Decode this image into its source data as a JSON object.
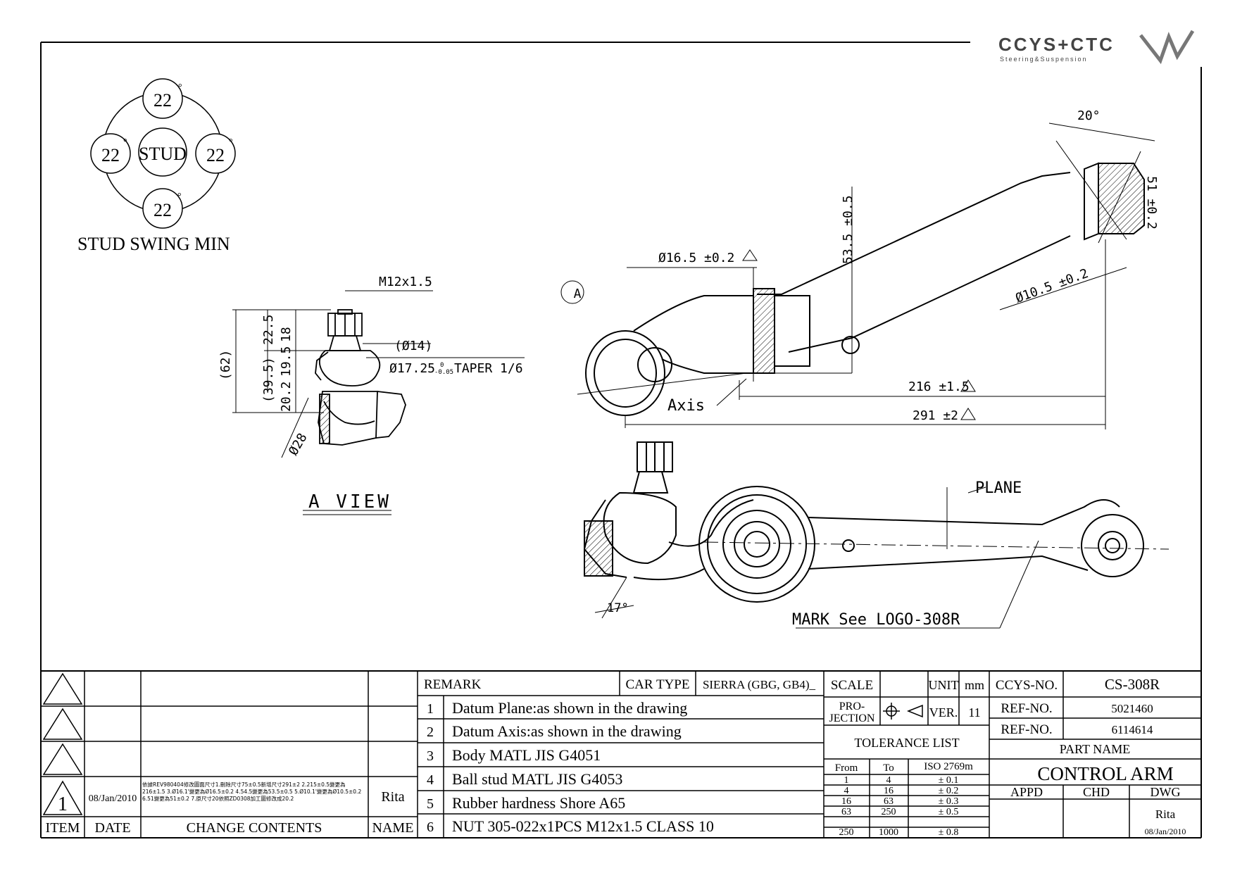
{
  "logo": {
    "text": "CCYS+CTC",
    "tagline": "Steering&Suspension"
  },
  "stud_swing": {
    "title": "STUD SWING MIN",
    "center": "STUD",
    "top": "22",
    "left": "22",
    "right": "22",
    "bottom": "22",
    "unit": "°"
  },
  "a_view": {
    "title": "A VIEW",
    "dims": {
      "thread": "M12x1.5",
      "d14": "(Ø14)",
      "taper": "Ø17.25",
      "taper_tol": "-0.05",
      "taper_tol_top": "0",
      "taper_suffix": "TAPER 1/6",
      "d28": "Ø28",
      "h62": "(62)",
      "h225": "22.5",
      "h18": "18",
      "h395": "(39.5)",
      "h195": "19.5",
      "h202": "20.2"
    }
  },
  "top_view": {
    "section_marker": "A",
    "axis_label": "Axis",
    "dims": {
      "d165": "Ø16.5 ±0.2",
      "h535": "53.5 ±0.5",
      "d105": "Ø10.5 ±0.2",
      "w51": "51 ±0.2",
      "ang20": "20°",
      "l216": "216 ±1.5",
      "l291": "291 ±2"
    }
  },
  "side_view": {
    "plane_label": "PLANE",
    "mark_label": "MARK See LOGO-308R",
    "angle17": "17°"
  },
  "title_block": {
    "revision": {
      "rev": "1",
      "date": "08/Jan/2010",
      "contents": "依據REV980404修改圖面尺寸1.刪除尺寸75±0.5新增尺寸291±2 2.215±0.5變更為216±1.5 3.Ø16.1'變更為Ø16.5±0.2 4.54.5變更為53.5±0.5 5.Ø10.1'變更為Ø10.5±0.2 6.51變更為51±0.2 7.原尺寸20依照ZD0308加工圖修改成20.2",
      "name": "Rita"
    },
    "headers": {
      "item": "ITEM",
      "date": "DATE",
      "change": "CHANGE CONTENTS",
      "name": "NAME"
    },
    "remark_header": "REMARK",
    "car_type_label": "CAR TYPE",
    "car_type_value": "SIERRA (GBG, GB4)_",
    "remarks": [
      {
        "no": "1",
        "text": "Datum Plane:as shown in the drawing"
      },
      {
        "no": "2",
        "text": "Datum Axis:as shown in the drawing"
      },
      {
        "no": "3",
        "text": "Body MATL JIS G4051"
      },
      {
        "no": "4",
        "text": "Ball stud MATL JIS G4053"
      },
      {
        "no": "5",
        "text": "Rubber hardness Shore A65"
      },
      {
        "no": "6",
        "text": "NUT 305-022x1PCS M12x1.5 CLASS 10"
      }
    ],
    "scale_label": "SCALE",
    "unit_label": "UNIT",
    "unit_value": "mm",
    "projection_label_1": "PRO-",
    "projection_label_2": "JECTION",
    "ver_label": "VER.",
    "ver_value": "11",
    "tolerance_title": "TOLERANCE LIST",
    "tolerance_headers": {
      "from": "From",
      "to": "To",
      "iso": "ISO 2769m"
    },
    "tolerance": [
      {
        "from": "1",
        "to": "4",
        "tol": "± 0.1"
      },
      {
        "from": "4",
        "to": "16",
        "tol": "± 0.2"
      },
      {
        "from": "16",
        "to": "63",
        "tol": "± 0.3"
      },
      {
        "from": "63",
        "to": "250",
        "tol": "± 0.5"
      },
      {
        "from": "250",
        "to": "1000",
        "tol": "± 0.8"
      }
    ],
    "ccys_label": "CCYS-NO.",
    "ccys_value": "CS-308R",
    "ref1_label": "REF-NO.",
    "ref1_value": "5021460",
    "ref2_label": "REF-NO.",
    "ref2_value": "6114614",
    "part_name_label": "PART NAME",
    "part_name_value": "CONTROL ARM",
    "appd_label": "APPD",
    "chd_label": "CHD",
    "dwg_label": "DWG",
    "dwg_name": "Rita",
    "dwg_date": "08/Jan/2010"
  }
}
